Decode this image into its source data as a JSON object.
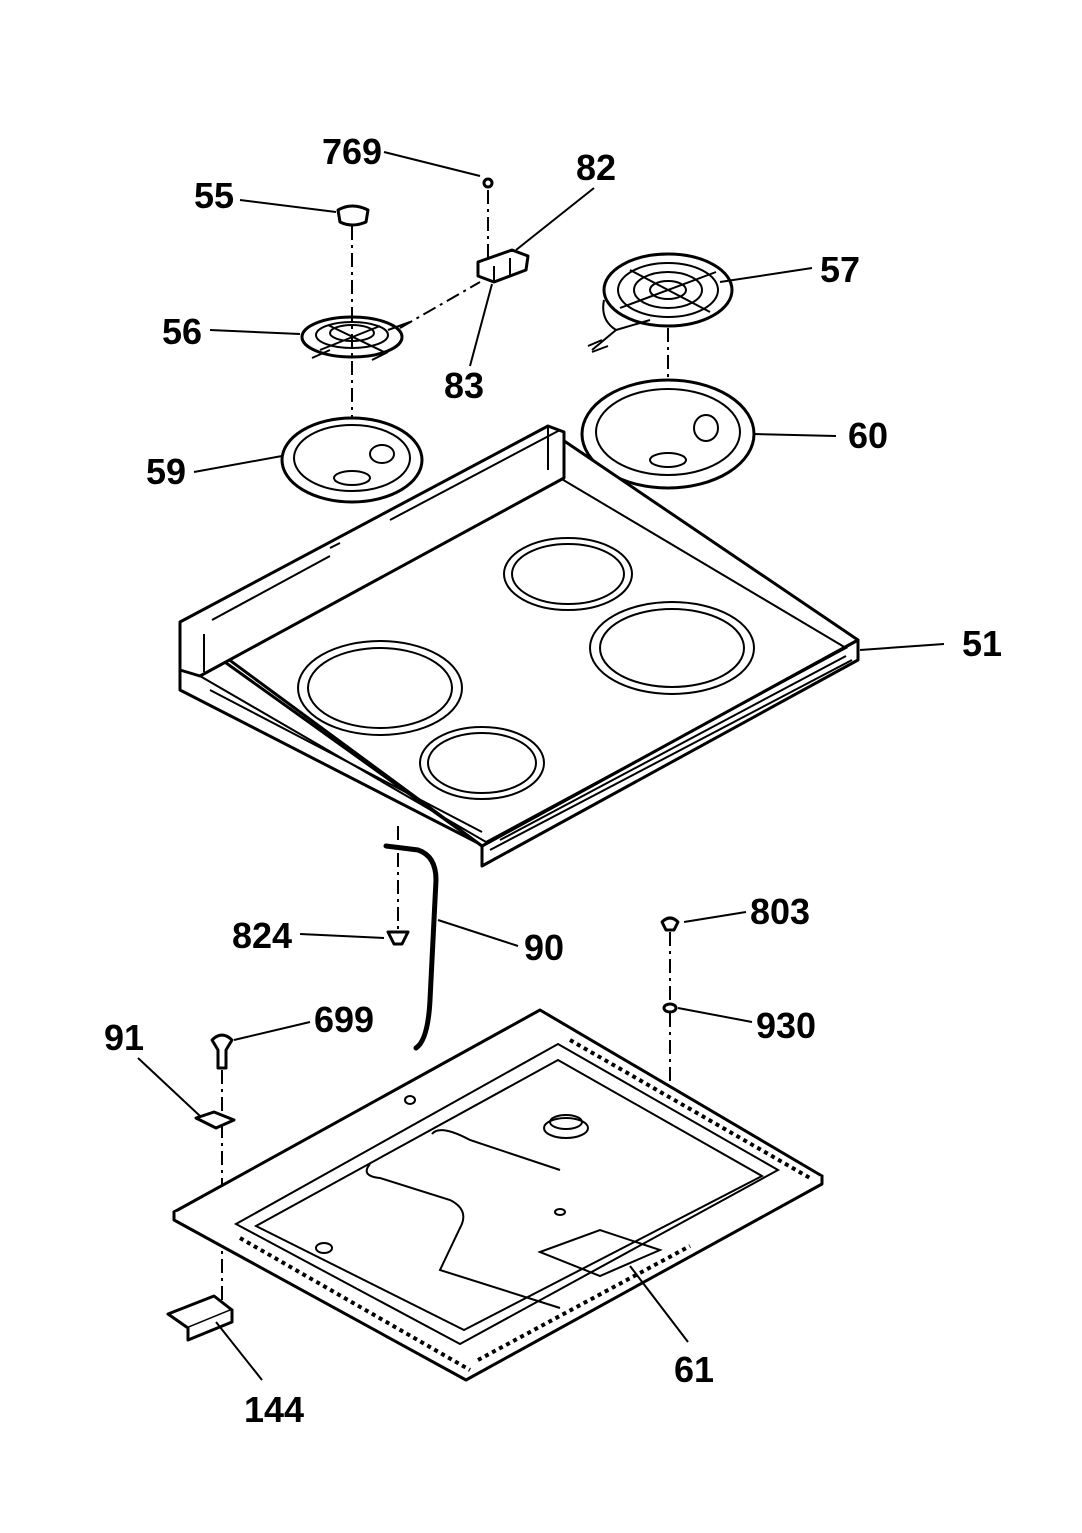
{
  "callouts": {
    "c769": "769",
    "c82": "82",
    "c55": "55",
    "c57": "57",
    "c56": "56",
    "c83": "83",
    "c59": "59",
    "c60": "60",
    "c51": "51",
    "c803": "803",
    "c824": "824",
    "c90": "90",
    "c91": "91",
    "c699": "699",
    "c930": "930",
    "c61": "61",
    "c144": "144"
  }
}
